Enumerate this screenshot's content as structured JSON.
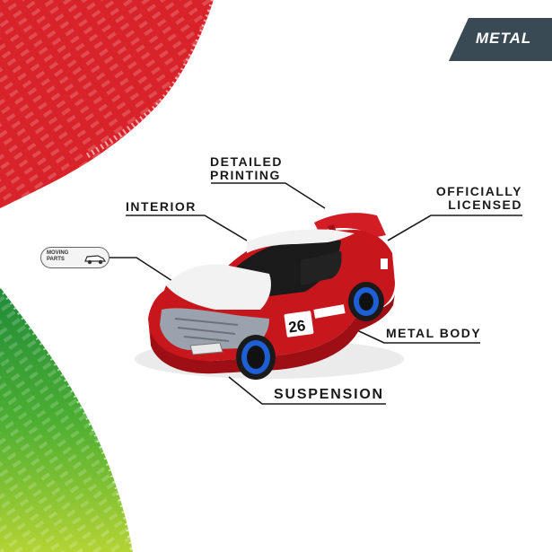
{
  "badge": {
    "label": "METAL",
    "color": "#3a4a55"
  },
  "moving_parts": {
    "line1": "MOVING",
    "line2": "PARTS"
  },
  "callouts": {
    "detailed_line1": "DETAILED",
    "detailed_line2": "PRINTING",
    "interior": "INTERIOR",
    "licensed_line1": "OFFICIALLY",
    "licensed_line2": "LICENSED",
    "metal_body": "METAL BODY",
    "suspension": "SUSPENSION"
  },
  "car": {
    "number": "26",
    "body_color": "#c8161d",
    "stripe_color": "#f2f2f2",
    "rim_color": "#1f5fd6"
  },
  "colors": {
    "red": "#d9232a",
    "green": "#3fa535",
    "lime": "#a9cf38"
  }
}
